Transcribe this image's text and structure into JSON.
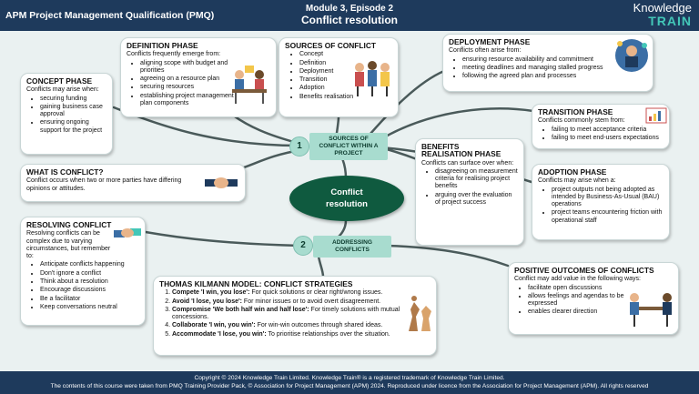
{
  "header": {
    "course": "APM Project Management Qualification (PMQ)",
    "module": "Module 3, Episode 2",
    "title": "Conflict resolution",
    "logo_line1": "Knowledge",
    "logo_line2": "TRAIN"
  },
  "center": {
    "label": "Conflict resolution"
  },
  "branches": [
    {
      "number": "1",
      "label": "SOURCES OF CONFLICT WITHIN A PROJECT"
    },
    {
      "number": "2",
      "label": "ADDRESSING CONFLICTS"
    }
  ],
  "definition_phase": {
    "title": "DEFINITION PHASE",
    "intro": "Conflicts frequently emerge from:",
    "items": [
      "aligning scope with budget and priorities",
      "agreeing on a resource plan",
      "securing resources",
      "establishing project management plan components"
    ]
  },
  "sources_of_conflict": {
    "title": "SOURCES OF CONFLICT",
    "items": [
      "Concept",
      "Definition",
      "Deployment",
      "Transition",
      "Adoption",
      "Benefits realisation"
    ]
  },
  "deployment_phase": {
    "title": "DEPLOYMENT PHASE",
    "intro": "Conflicts often arise from:",
    "items": [
      "ensuring resource availability and commitment",
      "meeting deadlines and managing stalled progress",
      "following the agreed plan and processes"
    ]
  },
  "concept_phase": {
    "title": "CONCEPT PHASE",
    "intro": "Conflicts may arise when:",
    "items": [
      "securing funding",
      "gaining business case approval",
      "ensuring ongoing support for the project"
    ]
  },
  "transition_phase": {
    "title": "TRANSITION PHASE",
    "intro": "Conflicts commonly stem from:",
    "items": [
      "failing to meet acceptance criteria",
      "failing to meet end-users expectations"
    ]
  },
  "what_is_conflict": {
    "title": "WHAT IS CONFLICT?",
    "text": "Conflict occurs when two or more parties have differing opinions or attitudes."
  },
  "benefits_phase": {
    "title": "BENEFITS REALISATION PHASE",
    "intro": "Conflicts can surface over when:",
    "items": [
      "disagreeing on measurement criteria for realising project benefits",
      "arguing over the evaluation of project success"
    ]
  },
  "adoption_phase": {
    "title": "ADOPTION PHASE",
    "intro": "Conflicts may arise when a:",
    "items": [
      "project outputs not being adopted as intended by Business-As-Usual (BAU) operations",
      "project teams encountering friction with operational staff"
    ]
  },
  "resolving_conflict": {
    "title": "RESOLVING CONFLICT",
    "intro": "Resolving conflicts can be complex due to varying circumstances, but remember to:",
    "items": [
      "Anticipate conflicts happening",
      "Don't ignore a conflict",
      "Think about a resolution",
      "Encourage discussions",
      "Be a facilitator",
      "Keep conversations neutral"
    ]
  },
  "thomas_kilmann": {
    "title": "THOMAS KILMANN MODEL: CONFLICT STRATEGIES",
    "items": [
      {
        "bold": "Compete 'I win, you lose':",
        "text": " For quick solutions or clear right/wrong issues."
      },
      {
        "bold": "Avoid 'I lose, you lose':",
        "text": " For minor issues or to avoid overt disagreement."
      },
      {
        "bold": "Compromise 'We both half win and half lose':",
        "text": " For timely solutions  with mutual concessions."
      },
      {
        "bold": "Collaborate 'I win, you win':",
        "text": " For win-win outcomes through shared ideas."
      },
      {
        "bold": "Accommodate 'I lose, you win':",
        "text": " To prioritise relationships over the situation."
      }
    ]
  },
  "positive_outcomes": {
    "title": "POSITIVE OUTCOMES OF CONFLICTS",
    "intro": "Conflict may add value in the following ways:",
    "items": [
      "facilitate open discussions",
      "allows feelings and agendas to be expressed",
      "enables clearer direction"
    ]
  },
  "footer": {
    "line1": "Copyright © 2024 Knowledge Train Limited. Knowledge Train® is a registered trademark of Knowledge Train Limited.",
    "line2": "The contents of this course were taken from PMQ Training Provider Pack, © Association for Project Management (APM) 2024. Reproduced under licence from the Association for Project Management (APM). All rights reserved"
  },
  "colors": {
    "header": "#1e3a5c",
    "center": "#0f5a3f",
    "branch": "#a8dccf",
    "line": "#4a5a5a"
  }
}
